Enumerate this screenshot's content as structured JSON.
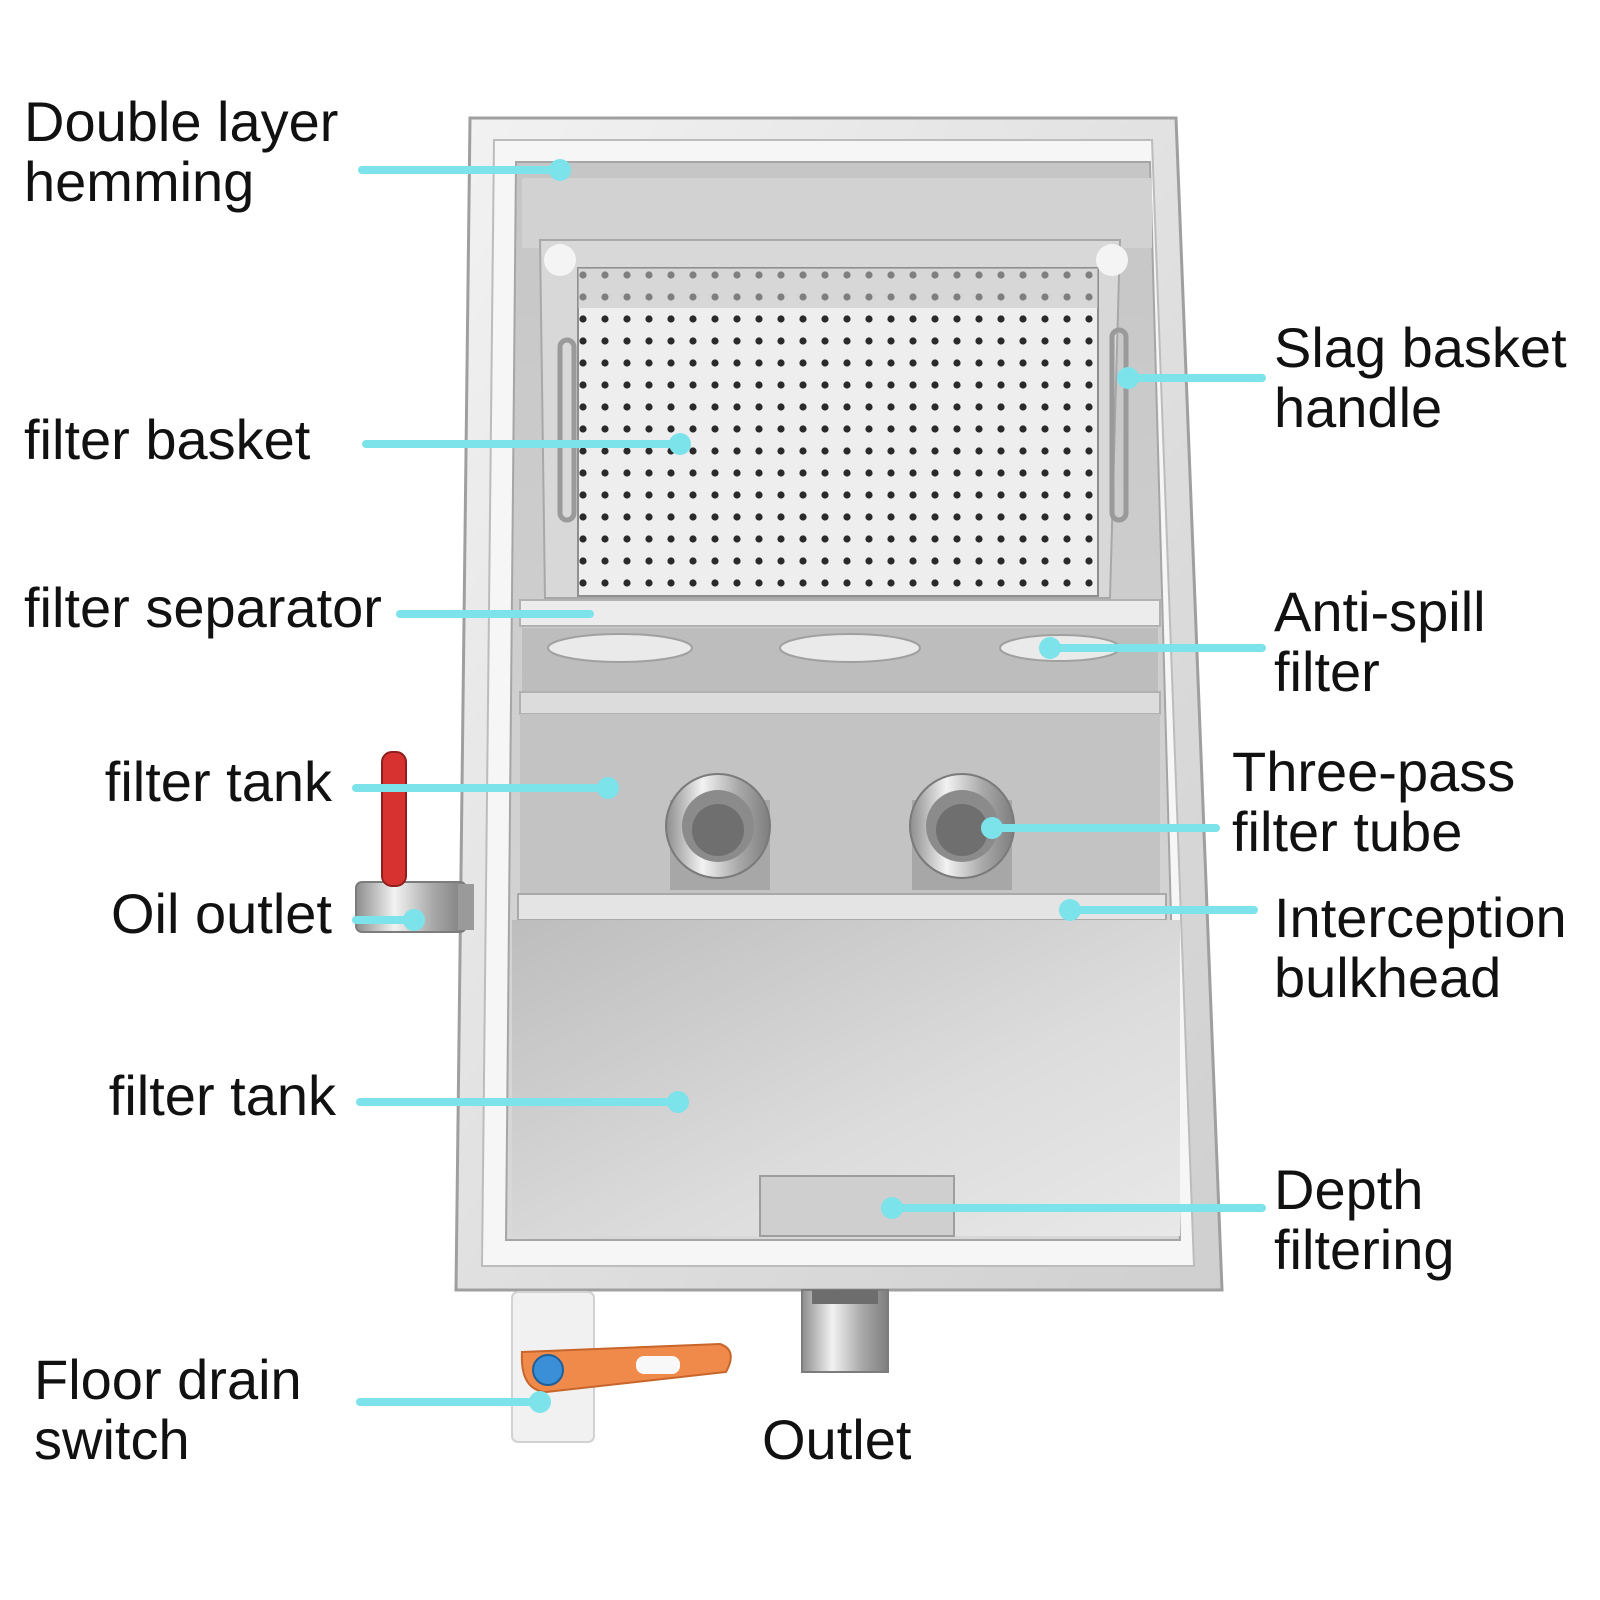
{
  "colors": {
    "leader": "#7ce3ea",
    "steel_light": "#e6e6e6",
    "steel_mid": "#c9c9c9",
    "steel_dark": "#9a9a9a",
    "valve_red": "#d7322f",
    "valve_orange": "#f08a4b",
    "valve_blue": "#3a8fd6",
    "text": "#111111"
  },
  "labels": {
    "double_layer_hemming": [
      "Double layer",
      "hemming"
    ],
    "filter_basket": [
      "filter basket"
    ],
    "filter_separator": [
      "filter separator"
    ],
    "filter_tank_upper": [
      "filter tank"
    ],
    "oil_outlet": [
      "Oil outlet"
    ],
    "filter_tank_lower": [
      "filter tank"
    ],
    "floor_drain_switch": [
      "Floor drain",
      "switch"
    ],
    "outlet": [
      "Outlet"
    ],
    "slag_basket_handle": [
      "Slag basket",
      "handle"
    ],
    "anti_spill_filter": [
      "Anti-spill",
      "filter"
    ],
    "three_pass_filter_tube": [
      "Three-pass",
      "filter tube"
    ],
    "interception_bulkhead": [
      "Interception",
      "bulkhead"
    ],
    "depth_filtering": [
      "Depth",
      "filtering"
    ]
  }
}
